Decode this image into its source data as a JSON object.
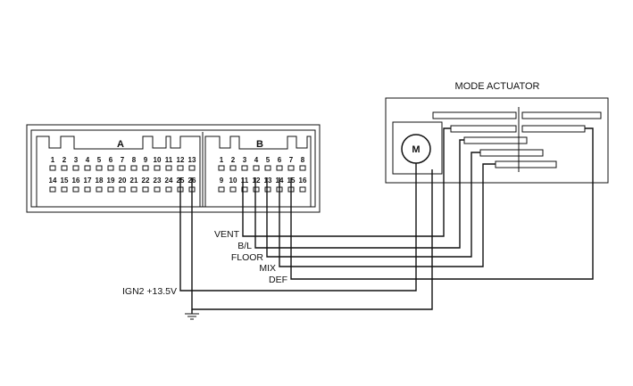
{
  "actuator": {
    "title": "MODE ACTUATOR",
    "motor_symbol": "M"
  },
  "connector": {
    "a": {
      "label": "A",
      "row1": [
        "1",
        "2",
        "3",
        "4",
        "5",
        "6",
        "7",
        "8",
        "9",
        "10",
        "11",
        "12",
        "13"
      ],
      "row2": [
        "14",
        "15",
        "16",
        "17",
        "18",
        "19",
        "20",
        "21",
        "22",
        "23",
        "24",
        "25",
        "26"
      ]
    },
    "b": {
      "label": "B",
      "row1": [
        "1",
        "2",
        "3",
        "4",
        "5",
        "6",
        "7",
        "8"
      ],
      "row2": [
        "9",
        "10",
        "11",
        "12",
        "13",
        "14",
        "15",
        "16"
      ]
    }
  },
  "signals": {
    "vent": "VENT",
    "bl": "B/L",
    "floor": "FLOOR",
    "mix": "MIX",
    "def": "DEF",
    "ign2": "IGN2 +13.5V"
  },
  "colors": {
    "line": "#111111",
    "background": "#ffffff"
  }
}
